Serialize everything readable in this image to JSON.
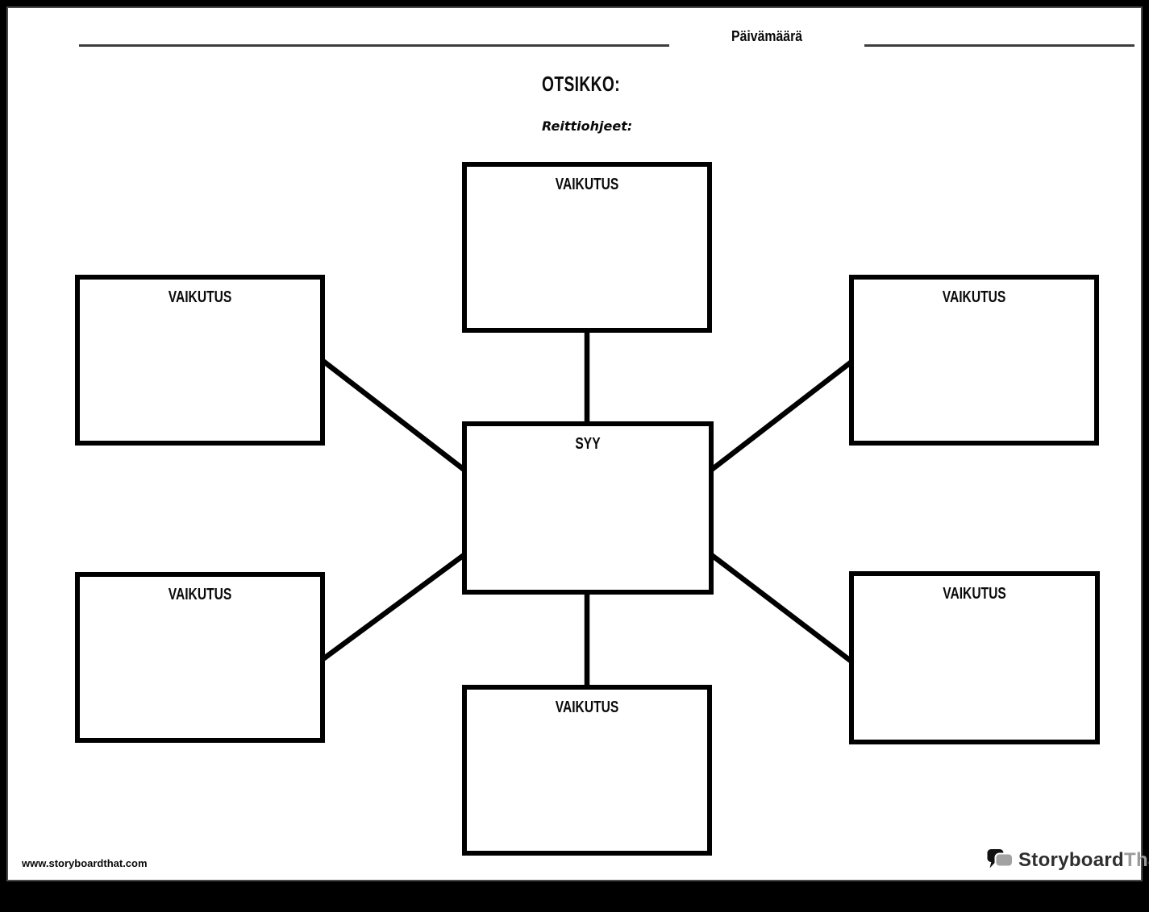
{
  "page": {
    "header": {
      "date_label": "Päivämäärä"
    },
    "title": "OTSIKKO:",
    "directions_label": "Reittiohjeet:",
    "diagram": {
      "type": "spider-map-cause-effect",
      "center": {
        "label": "SYY"
      },
      "effects": [
        {
          "position": "top-left",
          "label": "VAIKUTUS"
        },
        {
          "position": "top-middle",
          "label": "VAIKUTUS"
        },
        {
          "position": "top-right",
          "label": "VAIKUTUS"
        },
        {
          "position": "bottom-left",
          "label": "VAIKUTUS"
        },
        {
          "position": "bottom-middle",
          "label": "VAIKUTUS"
        },
        {
          "position": "bottom-right",
          "label": "VAIKUTUS"
        }
      ]
    },
    "footer": {
      "website": "www.storyboardthat.com",
      "logo": {
        "primary": "Storyboard",
        "secondary": "That",
        "icon": "speech-bubbles-icon"
      }
    },
    "colors": {
      "page_background": "#ffffff",
      "frame": "#000000",
      "box_border": "#000000",
      "fill_line": "#3d3d3d",
      "logo_dark": "#2e2e2e",
      "logo_gray": "#9b9b9b",
      "text": "#0a0a0a"
    }
  }
}
